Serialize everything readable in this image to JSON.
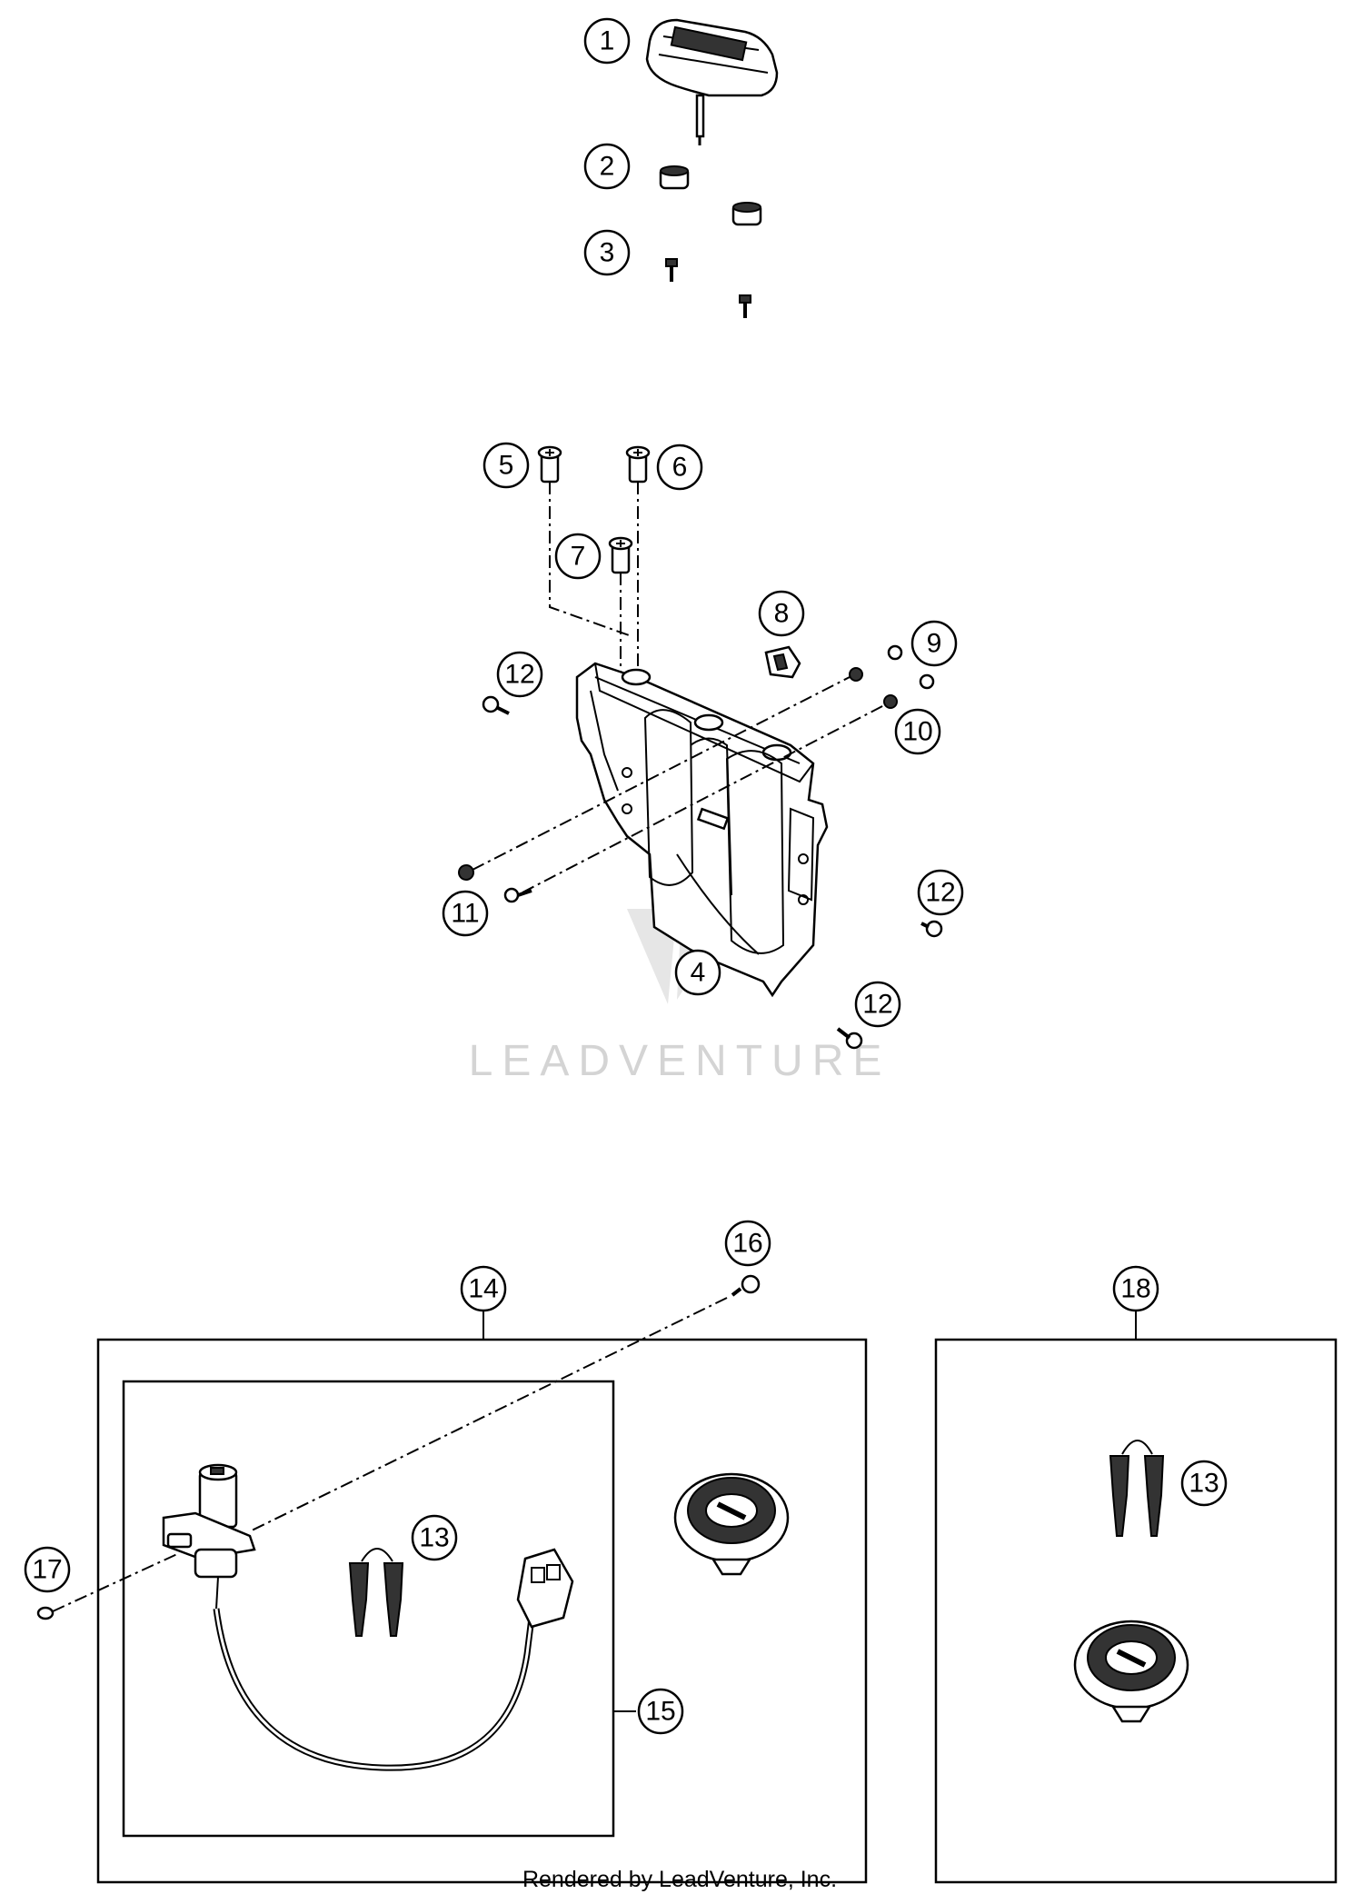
{
  "callouts": {
    "c1": "1",
    "c2": "2",
    "c3": "3",
    "c4": "4",
    "c5": "5",
    "c6": "6",
    "c7": "7",
    "c8": "8",
    "c9": "9",
    "c10": "10",
    "c11": "11",
    "c12a": "12",
    "c12b": "12",
    "c12c": "12",
    "c13a": "13",
    "c13b": "13",
    "c14": "14",
    "c15": "15",
    "c16": "16",
    "c17": "17",
    "c18": "18"
  },
  "watermark": "LEADVENTURE",
  "footer": "Rendered by LeadVenture, Inc.",
  "colors": {
    "line": "#000000",
    "watermark": "#d4d4d4",
    "background": "#ffffff"
  }
}
